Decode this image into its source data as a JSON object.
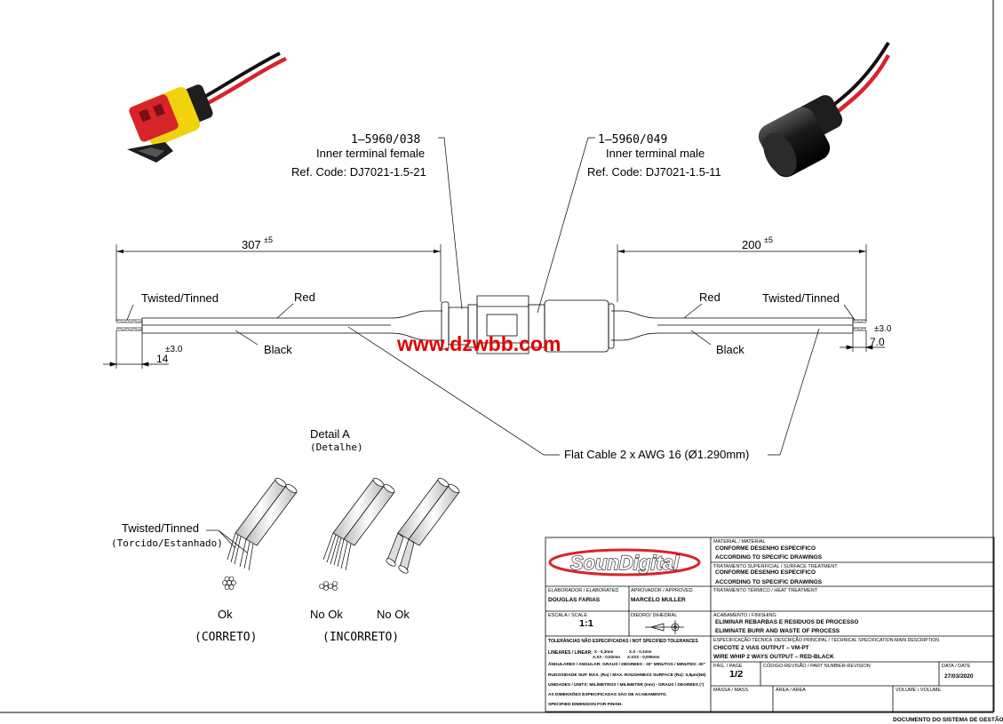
{
  "labels": {
    "female_part": "1—5960/038",
    "female_desc": "Inner terminal female",
    "female_ref": "Ref. Code: DJ7021-1.5-21",
    "male_part": "1—5960/049",
    "male_desc": "Inner terminal male",
    "male_ref": "Ref. Code: DJ7021-1.5-11",
    "twisted_left": "Twisted/Tinned",
    "twisted_right": "Twisted/Tinned",
    "red_left": "Red",
    "red_right": "Red",
    "black_left": "Black",
    "black_right": "Black",
    "flat_cable": "Flat Cable 2 x AWG 16 (Ø1.290mm)",
    "watermark": "www.dzwbb.com"
  },
  "dimensions": {
    "left_length": "307",
    "left_tol": "±5",
    "right_length": "200",
    "right_tol": "±5",
    "left_strip": "14",
    "left_strip_tol": "±3.0",
    "right_strip": "7.0",
    "right_strip_tol": "±3.0"
  },
  "detail": {
    "title": "Detail A",
    "subtitle": "(Detalhe)",
    "twisted": "Twisted/Tinned",
    "twisted_pt": "(Torcido/Estanhado)",
    "ok": "Ok",
    "ok_pt": "(CORRETO)",
    "nook1": "No Ok",
    "nook2": "No Ok",
    "nook_pt": "(INCORRETO)"
  },
  "title_block": {
    "logo": "SounDigital",
    "material_lbl": "MATERIAL / MATERIAL",
    "material_1": "CONFORME DESENHO ESPECÍFICO",
    "material_2": "ACCORDING TO SPECIFIC DRAWINGS",
    "surface_lbl": "TRATAMENTO SUPERFICIAL / SURFACE TREATMENT",
    "surface_1": "CONFORME DESENHO ESPECÍFICO",
    "surface_2": "ACCORDING TO SPECIFIC DRAWINGS",
    "elaborated_lbl": "ELABORADOR / ELABORATED",
    "elaborated": "DOUGLAS FARIAS",
    "approved_lbl": "APROVADOR / APPROVED",
    "approved": "MARCELO MULLER",
    "heat_lbl": "TRATAMENTO TÉRMICO / HEAT TREATMENT",
    "scale_lbl": "ESCALA / SCALE",
    "scale": "1:1",
    "dihedral_lbl": "DIEDRO/ DIHEDRAL",
    "finishing_lbl": "ACABAMENTO / FINISHING",
    "finishing_1": "ELIMINAR REBARBAS E RESÍDUOS DE PROCESSO",
    "finishing_2": "ELIMINATE BURR AND WASTE OF PROCESS",
    "tolerances_lbl": "TOLERÂNCIAS NÃO ESPECIFICADAS / NOT SPECIFIED TOLERANCES",
    "linear_lbl": "LINEARES / LINEAR:",
    "lin_a": "X - 0,3mm",
    "lin_b": "X.X - 0,1mm",
    "lin_c": "X.XX - 0,02mm",
    "lin_d": "X.XXX - 0,005mm",
    "angular": "ÂNGULARES / ANGULAR: GRAUS / DEGREES - 30°  MINUTOS / MINUTES: 30\"",
    "roughness": "RUGOSIDADE SUP. MÁX. (Ra) / MAX. ROUGHNESS SURFACE (Ra): 0,8µm(N6)",
    "units": "UNIDADES / UNITS: MILÍMETROS / MILIMETER (mm) - GRAUS / DEGREES (°)",
    "finish_note_1": "AS DIMENSÕES ESPECIFICADAS SÃO DE ACABAMENTO.",
    "finish_note_2": "SPECIFIED DIMENSION FOR FINISH.",
    "spec_lbl": "ESPECIFICAÇÃO TÉCNICA -DESCRIÇÃO PRINCIPAL / TECHNICAL SPECIFICATION-MAIN DESCRIPTION",
    "spec_1": "CHICOTE 2 VIAS OUTPUT – VM-PT",
    "spec_2": "WIRE WHIP 2 WAYS OUTPUT – RED-BLACK",
    "page_lbl": "PÁG. / PAGE",
    "page": "1/2",
    "code_lbl": "CÓDIGO-REVISÃO / PART NUMBER-REVISION",
    "date_lbl": "DATA / DATE",
    "date": "27/03/2020",
    "mass_lbl": "MASSA / MASS",
    "area_lbl": "ÁREA / AREA",
    "volume_lbl": "VOLUME / VOLUME",
    "footer": "DOCUMENTO DO SISTEMA DE GESTÃO"
  },
  "colors": {
    "connector_red": "#d9232a",
    "connector_yellow": "#f2d20c",
    "connector_black": "#1e1e1e",
    "watermark_red": "#e00000"
  }
}
